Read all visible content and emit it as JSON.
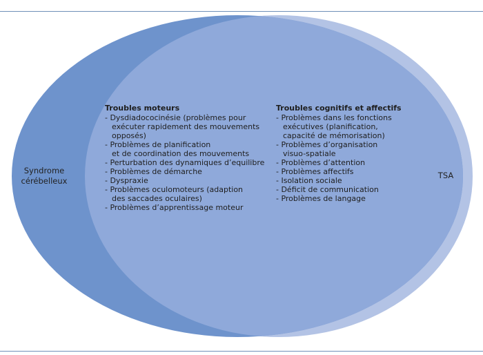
{
  "diagram": {
    "left_set": "Syndrome\ncérébelleux",
    "right_set": "TSA",
    "colors": {
      "left_circle": "#6e93cc",
      "right_circle": "#b3c3e5",
      "overlap": "#8fa9da",
      "rule": "#6f8fb8"
    },
    "groups": [
      {
        "title": "Troubles moteurs",
        "items": [
          "- Dysdiadococinésie (problèmes pour\nexécuter rapidement des mouvements\nopposés)",
          "- Problèmes de planification\net de coordination des mouvements",
          "- Perturbation des dynamiques d’equilibre",
          "- Problèmes de démarche",
          "- Dyspraxie",
          "- Problèmes oculomoteurs (adaption\ndes saccades oculaires)",
          "- Problèmes d’apprentissage moteur"
        ]
      },
      {
        "title": "Troubles cognitifs et affectifs",
        "items": [
          "- Problèmes dans les fonctions\nexécutives (planification,\ncapacité de mémorisation)",
          "- Problèmes d’organisation\nvisuo-spatiale",
          "- Problèmes d’attention",
          "- Problèmes affectifs",
          "- Isolation sociale",
          "- Déficit de communication",
          "- Problèmes de langage"
        ]
      }
    ]
  }
}
